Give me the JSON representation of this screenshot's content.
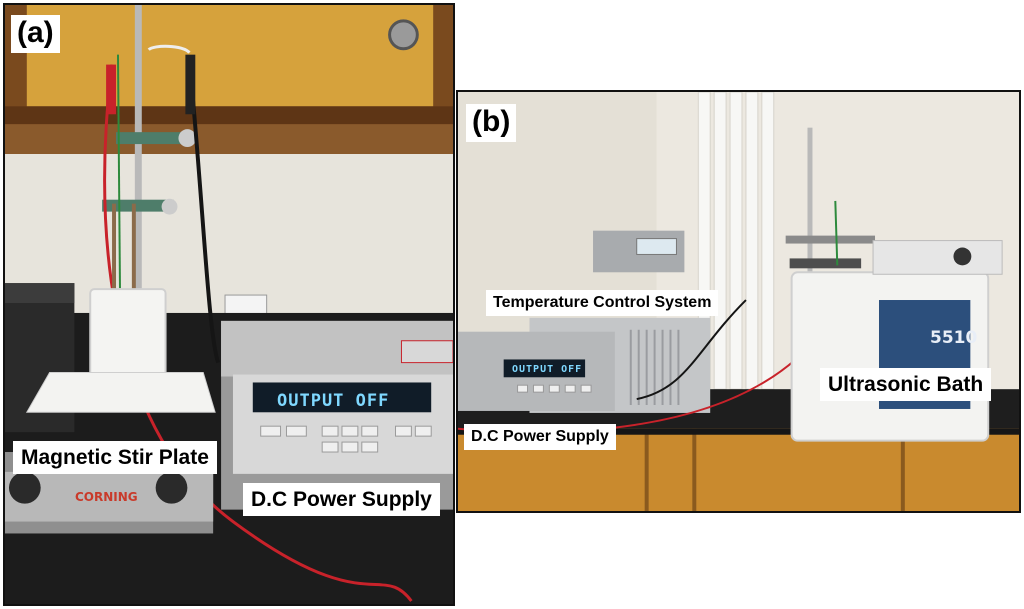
{
  "panel_a": {
    "letter": "(a)",
    "labels": {
      "stir_plate": "Magnetic Stir Plate",
      "power_supply": "D.C Power Supply"
    },
    "display_text": "OUTPUT OFF",
    "stir_plate_brand": "CORNING"
  },
  "panel_b": {
    "letter": "(b)",
    "labels": {
      "temperature_control": "Temperature Control System",
      "ultrasonic_bath": "Ultrasonic Bath",
      "power_supply": "D.C Power Supply"
    },
    "display_text": "OUTPUT OFF",
    "bath_model": "5510"
  },
  "colors": {
    "frame": "#111111",
    "label_background": "#ffffff",
    "label_text": "#000000",
    "lcd_text": "#7fd8ff",
    "bath_panel": "#2c4f7c",
    "cabinet": "#c98a2e",
    "wall": "#ece8e0"
  }
}
